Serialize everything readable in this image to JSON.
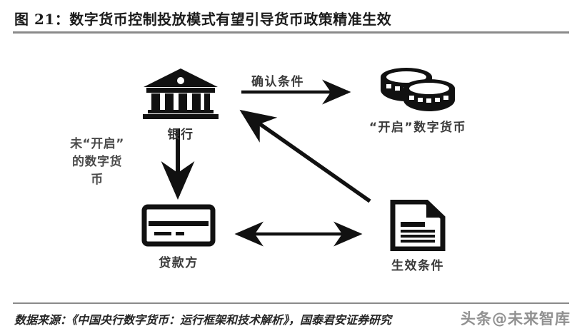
{
  "figure": {
    "title": "图 21：数字货币控制投放模式有望引导货币政策精准生效",
    "source_note": "数据来源：《中国央行数字货币：运行框架和技术解析》，国泰君安证券研究",
    "watermark": "头条@未来智库",
    "rule_color": "#8a8a8a",
    "ink_color": "#111111",
    "label_color": "#3a3a3a"
  },
  "diagram": {
    "nodes": [
      {
        "id": "bank",
        "label": "银行",
        "icon": "bank-building-icon"
      },
      {
        "id": "coins",
        "label": "“开启”数字货币",
        "icon": "coin-stack-icon"
      },
      {
        "id": "borrower",
        "label": "贷款方",
        "icon": "credit-card-icon"
      },
      {
        "id": "contract",
        "label": "生效条件",
        "icon": "document-icon"
      }
    ],
    "side_note": {
      "lines": [
        "未“开启”",
        "的数字货",
        "币"
      ],
      "full_text": "未“开启”的数字货币"
    },
    "edges": [
      {
        "id": "bank-to-coins",
        "label": "确认条件",
        "from": "bank",
        "to": "coins",
        "style": "single-arrow-right"
      },
      {
        "id": "bank-to-borrower",
        "label": "",
        "from": "bank",
        "to": "borrower",
        "style": "single-arrow-down"
      },
      {
        "id": "contract-to-bank",
        "label": "",
        "from": "contract",
        "to": "bank",
        "style": "single-arrow-diagonal-up-left"
      },
      {
        "id": "borrower-to-contract",
        "label": "",
        "from": "borrower",
        "to": "contract",
        "style": "double-arrow-horizontal"
      }
    ]
  }
}
